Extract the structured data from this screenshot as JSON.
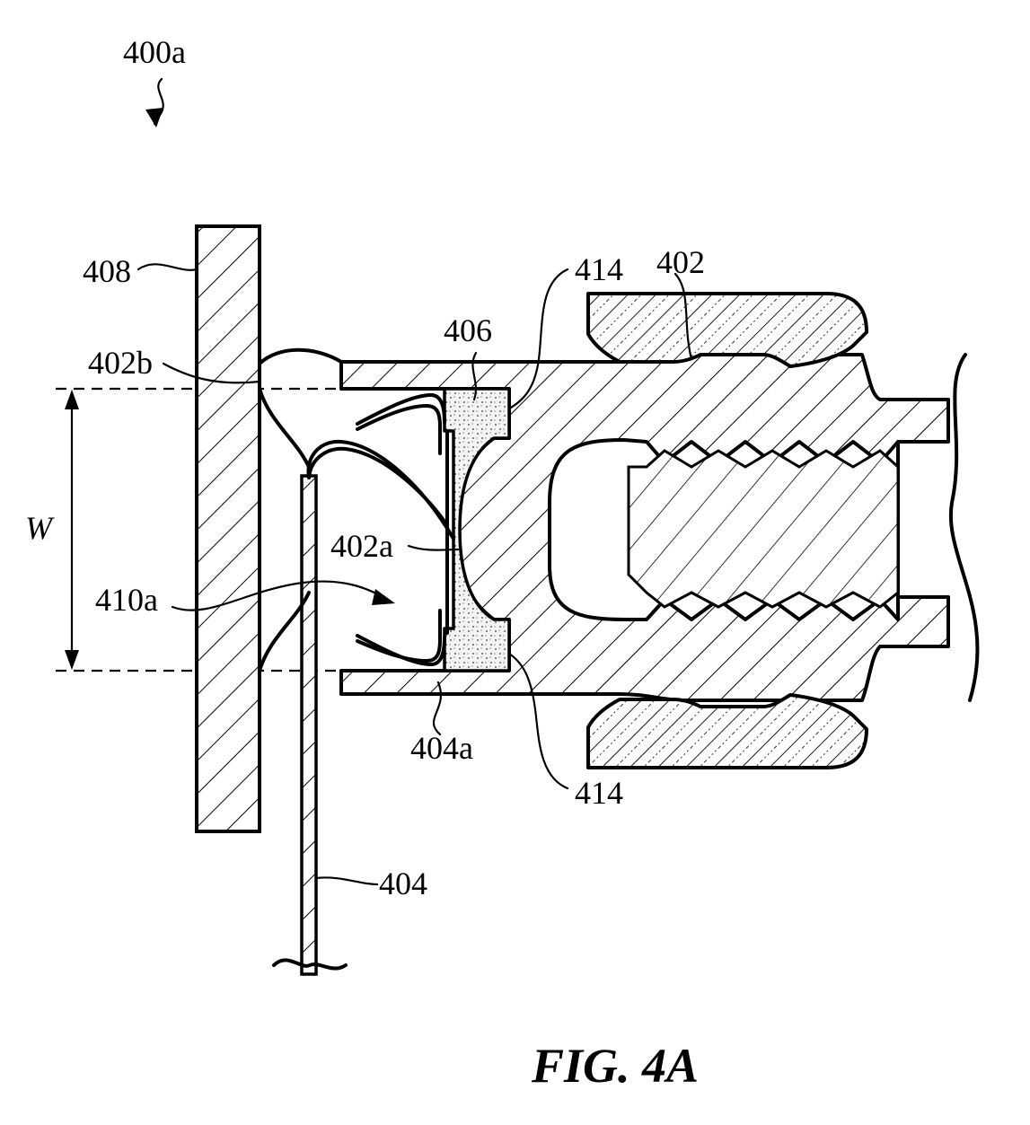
{
  "figure": {
    "caption": "FIG. 4A",
    "labels": {
      "assembly": "400a",
      "panel": "408",
      "bump": "402b",
      "width": "W",
      "spring_end": "410a",
      "contact": "402a",
      "compound": "406",
      "clip_tip": "404a",
      "bracket": "404",
      "gap_top": "414",
      "gap_bottom": "414",
      "fastener": "402"
    }
  }
}
